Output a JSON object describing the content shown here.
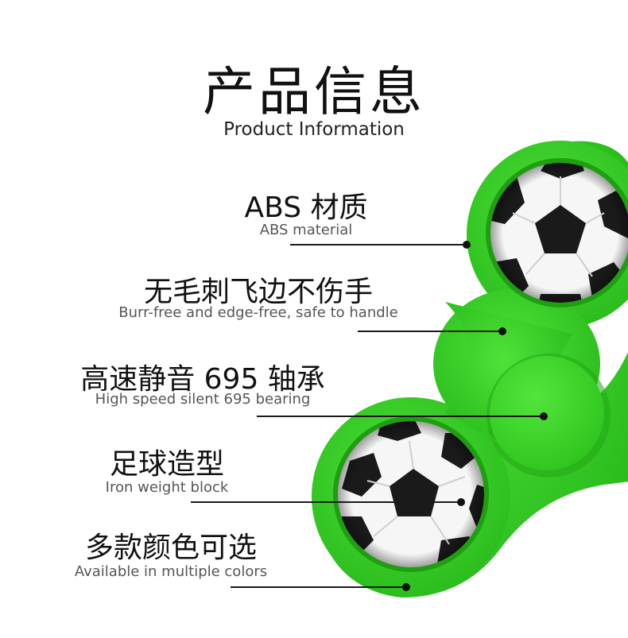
{
  "heading": {
    "title": "产品信息",
    "subtitle": "Product Information"
  },
  "features": [
    {
      "title": "ABS 材质",
      "subtitle": "ABS material"
    },
    {
      "title": "无毛刺飞边不伤手",
      "subtitle": "Burr-free and edge-free, safe to handle"
    },
    {
      "title": "高速静音 695 轴承",
      "subtitle": "High speed silent 695 bearing"
    },
    {
      "title": "足球造型",
      "subtitle": "Iron weight block"
    },
    {
      "title": "多款颜色可选",
      "subtitle": "Available in multiple colors"
    }
  ],
  "colors": {
    "spinner_green": "#33d11f",
    "ball_black": "#1a1a1a",
    "ball_white": "#f6f6f6"
  },
  "product_image": "green football fidget spinner"
}
